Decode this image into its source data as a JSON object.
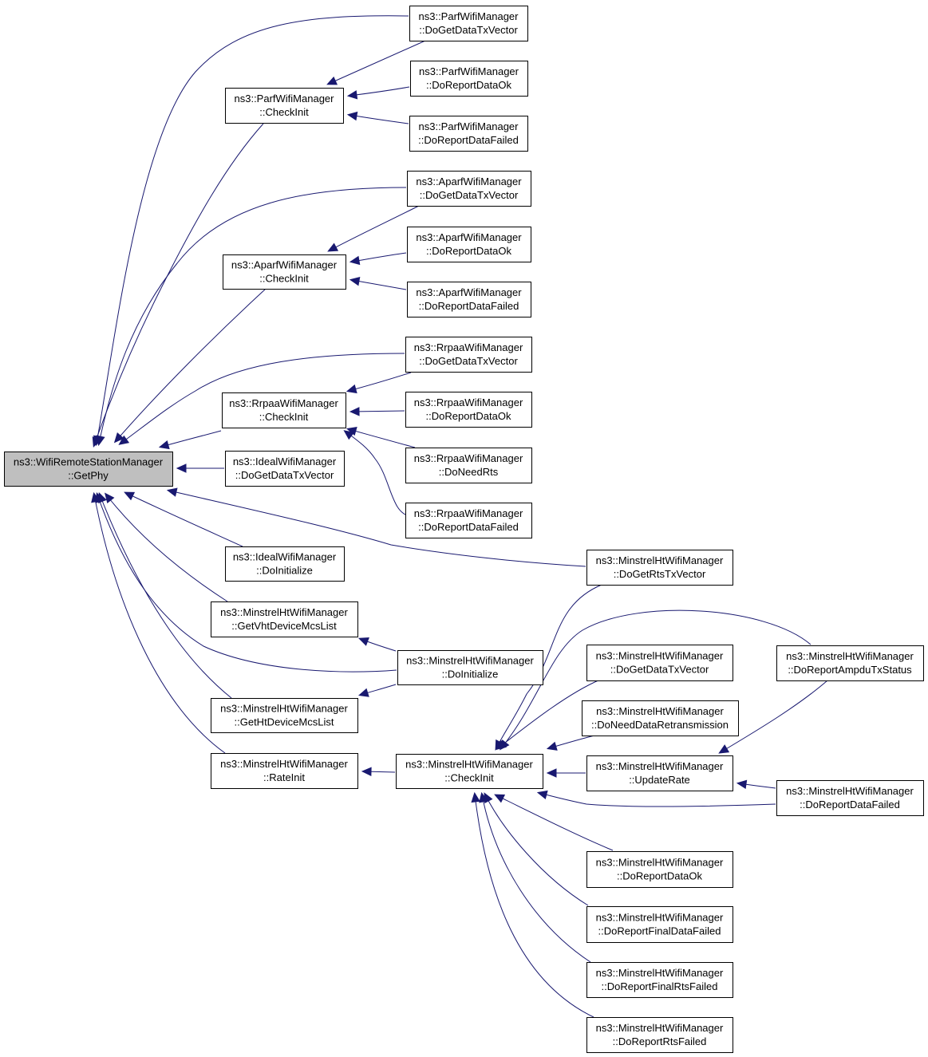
{
  "graph": {
    "colors": {
      "edge": "#191970",
      "root_fill": "#bfbfbf",
      "node_fill": "#ffffff",
      "border": "#000000"
    },
    "nodes": [
      {
        "id": "root",
        "lines": [
          "ns3::WifiRemoteStationManager",
          "::GetPhy"
        ]
      },
      {
        "id": "parf_checkinit",
        "lines": [
          "ns3::ParfWifiManager",
          "::CheckInit"
        ]
      },
      {
        "id": "parf_getdatatx",
        "lines": [
          "ns3::ParfWifiManager",
          "::DoGetDataTxVector"
        ]
      },
      {
        "id": "parf_reportok",
        "lines": [
          "ns3::ParfWifiManager",
          "::DoReportDataOk"
        ]
      },
      {
        "id": "parf_reportfailed",
        "lines": [
          "ns3::ParfWifiManager",
          "::DoReportDataFailed"
        ]
      },
      {
        "id": "aparf_getdatatx",
        "lines": [
          "ns3::AparfWifiManager",
          "::DoGetDataTxVector"
        ]
      },
      {
        "id": "aparf_checkinit",
        "lines": [
          "ns3::AparfWifiManager",
          "::CheckInit"
        ]
      },
      {
        "id": "aparf_reportok",
        "lines": [
          "ns3::AparfWifiManager",
          "::DoReportDataOk"
        ]
      },
      {
        "id": "aparf_reportfailed",
        "lines": [
          "ns3::AparfWifiManager",
          "::DoReportDataFailed"
        ]
      },
      {
        "id": "rrpaa_getdatatx",
        "lines": [
          "ns3::RrpaaWifiManager",
          "::DoGetDataTxVector"
        ]
      },
      {
        "id": "rrpaa_checkinit",
        "lines": [
          "ns3::RrpaaWifiManager",
          "::CheckInit"
        ]
      },
      {
        "id": "rrpaa_reportok",
        "lines": [
          "ns3::RrpaaWifiManager",
          "::DoReportDataOk"
        ]
      },
      {
        "id": "rrpaa_needrts",
        "lines": [
          "ns3::RrpaaWifiManager",
          "::DoNeedRts"
        ]
      },
      {
        "id": "rrpaa_reportfailed",
        "lines": [
          "ns3::RrpaaWifiManager",
          "::DoReportDataFailed"
        ]
      },
      {
        "id": "ideal_getdatatx",
        "lines": [
          "ns3::IdealWifiManager",
          "::DoGetDataTxVector"
        ]
      },
      {
        "id": "ideal_doinit",
        "lines": [
          "ns3::IdealWifiManager",
          "::DoInitialize"
        ]
      },
      {
        "id": "mht_getrtstx",
        "lines": [
          "ns3::MinstrelHtWifiManager",
          "::DoGetRtsTxVector"
        ]
      },
      {
        "id": "mht_getvht",
        "lines": [
          "ns3::MinstrelHtWifiManager",
          "::GetVhtDeviceMcsList"
        ]
      },
      {
        "id": "mht_doinit",
        "lines": [
          "ns3::MinstrelHtWifiManager",
          "::DoInitialize"
        ]
      },
      {
        "id": "mht_getht",
        "lines": [
          "ns3::MinstrelHtWifiManager",
          "::GetHtDeviceMcsList"
        ]
      },
      {
        "id": "mht_rateinit",
        "lines": [
          "ns3::MinstrelHtWifiManager",
          "::RateInit"
        ]
      },
      {
        "id": "mht_checkinit",
        "lines": [
          "ns3::MinstrelHtWifiManager",
          "::CheckInit"
        ]
      },
      {
        "id": "mht_getdatatx",
        "lines": [
          "ns3::MinstrelHtWifiManager",
          "::DoGetDataTxVector"
        ]
      },
      {
        "id": "mht_needretrans",
        "lines": [
          "ns3::MinstrelHtWifiManager",
          "::DoNeedDataRetransmission"
        ]
      },
      {
        "id": "mht_updaterate",
        "lines": [
          "ns3::MinstrelHtWifiManager",
          "::UpdateRate"
        ]
      },
      {
        "id": "mht_ampdu",
        "lines": [
          "ns3::MinstrelHtWifiManager",
          "::DoReportAmpduTxStatus"
        ]
      },
      {
        "id": "mht_reportfailed",
        "lines": [
          "ns3::MinstrelHtWifiManager",
          "::DoReportDataFailed"
        ]
      },
      {
        "id": "mht_reportok",
        "lines": [
          "ns3::MinstrelHtWifiManager",
          "::DoReportDataOk"
        ]
      },
      {
        "id": "mht_finaldatafailed",
        "lines": [
          "ns3::MinstrelHtWifiManager",
          "::DoReportFinalDataFailed"
        ]
      },
      {
        "id": "mht_finalrtsfailed",
        "lines": [
          "ns3::MinstrelHtWifiManager",
          "::DoReportFinalRtsFailed"
        ]
      },
      {
        "id": "mht_rtsfailed",
        "lines": [
          "ns3::MinstrelHtWifiManager",
          "::DoReportRtsFailed"
        ]
      }
    ],
    "edges": [
      {
        "from": "parf_checkinit",
        "to": "root"
      },
      {
        "from": "parf_getdatatx",
        "to": "root"
      },
      {
        "from": "aparf_getdatatx",
        "to": "root"
      },
      {
        "from": "aparf_checkinit",
        "to": "root"
      },
      {
        "from": "rrpaa_getdatatx",
        "to": "root"
      },
      {
        "from": "rrpaa_checkinit",
        "to": "root"
      },
      {
        "from": "ideal_getdatatx",
        "to": "root"
      },
      {
        "from": "mht_getrtstx",
        "to": "root"
      },
      {
        "from": "ideal_doinit",
        "to": "root"
      },
      {
        "from": "mht_getvht",
        "to": "root"
      },
      {
        "from": "mht_doinit",
        "to": "root"
      },
      {
        "from": "mht_getht",
        "to": "root"
      },
      {
        "from": "mht_rateinit",
        "to": "root"
      },
      {
        "from": "parf_getdatatx",
        "to": "parf_checkinit"
      },
      {
        "from": "parf_reportok",
        "to": "parf_checkinit"
      },
      {
        "from": "parf_reportfailed",
        "to": "parf_checkinit"
      },
      {
        "from": "aparf_getdatatx",
        "to": "aparf_checkinit"
      },
      {
        "from": "aparf_reportok",
        "to": "aparf_checkinit"
      },
      {
        "from": "aparf_reportfailed",
        "to": "aparf_checkinit"
      },
      {
        "from": "rrpaa_getdatatx",
        "to": "rrpaa_checkinit"
      },
      {
        "from": "rrpaa_reportok",
        "to": "rrpaa_checkinit"
      },
      {
        "from": "rrpaa_needrts",
        "to": "rrpaa_checkinit"
      },
      {
        "from": "rrpaa_reportfailed",
        "to": "rrpaa_checkinit"
      },
      {
        "from": "mht_doinit",
        "to": "mht_getvht"
      },
      {
        "from": "mht_doinit",
        "to": "mht_getht"
      },
      {
        "from": "mht_checkinit",
        "to": "mht_rateinit"
      },
      {
        "from": "mht_getrtstx",
        "to": "mht_checkinit"
      },
      {
        "from": "mht_ampdu",
        "to": "mht_checkinit"
      },
      {
        "from": "mht_getdatatx",
        "to": "mht_checkinit"
      },
      {
        "from": "mht_needretrans",
        "to": "mht_checkinit"
      },
      {
        "from": "mht_updaterate",
        "to": "mht_checkinit"
      },
      {
        "from": "mht_reportfailed",
        "to": "mht_checkinit"
      },
      {
        "from": "mht_reportok",
        "to": "mht_checkinit"
      },
      {
        "from": "mht_finaldatafailed",
        "to": "mht_checkinit"
      },
      {
        "from": "mht_finalrtsfailed",
        "to": "mht_checkinit"
      },
      {
        "from": "mht_rtsfailed",
        "to": "mht_checkinit"
      },
      {
        "from": "mht_ampdu",
        "to": "mht_updaterate"
      },
      {
        "from": "mht_reportfailed",
        "to": "mht_updaterate"
      }
    ]
  }
}
